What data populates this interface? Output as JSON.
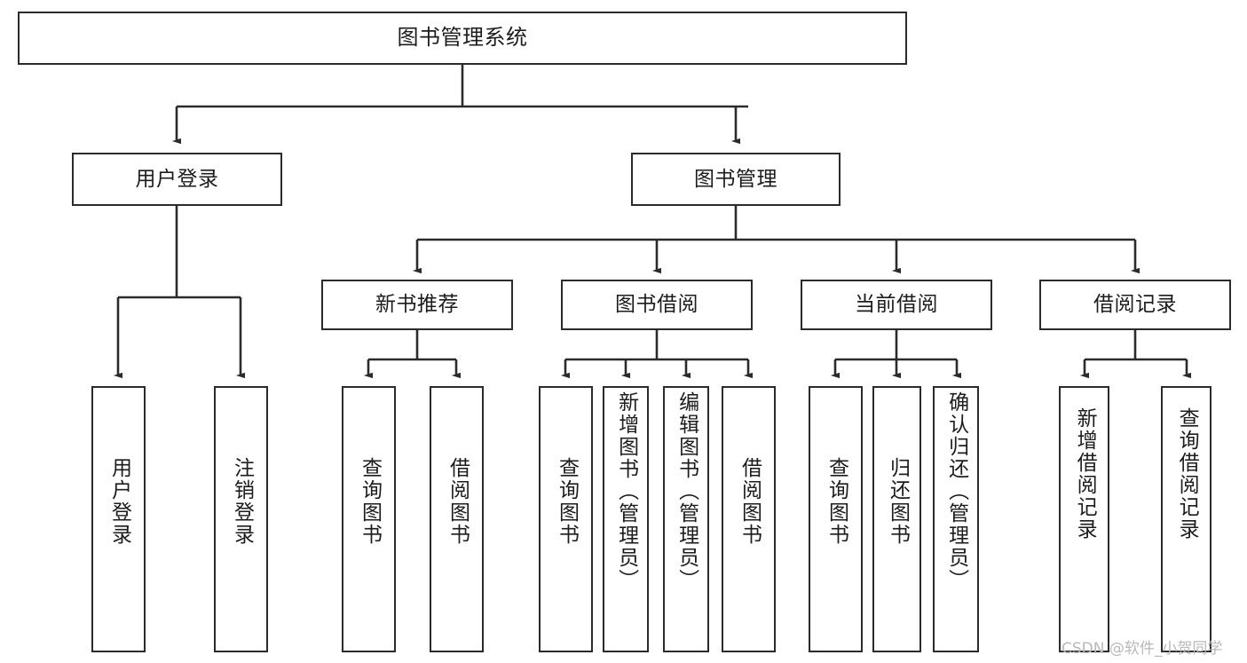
{
  "diagram": {
    "type": "tree-hierarchy",
    "title": "图书管理系统",
    "colors": {
      "box_border": "#2b2b2b",
      "box_fill": "#ffffff",
      "connector": "#2b2b2b",
      "text": "#1c1c1c",
      "watermark": "#b9b9b9",
      "background": "#ffffff"
    },
    "root": {
      "label": "图书管理系统"
    },
    "level1": [
      {
        "label": "用户登录"
      },
      {
        "label": "图书管理"
      }
    ],
    "level2": [
      {
        "label": "新书推荐"
      },
      {
        "label": "图书借阅"
      },
      {
        "label": "当前借阅"
      },
      {
        "label": "借阅记录"
      }
    ],
    "leaves": {
      "user_login": [
        {
          "label": "用户登录"
        },
        {
          "label": "注销登录"
        }
      ],
      "new_book_recommend": [
        {
          "label": "查询图书"
        },
        {
          "label": "借阅图书"
        }
      ],
      "book_borrow": [
        {
          "label": "查询图书"
        },
        {
          "label": "新增图书（管理员）"
        },
        {
          "label": "编辑图书（管理员）"
        },
        {
          "label": "借阅图书"
        }
      ],
      "current_borrow": [
        {
          "label": "查询图书"
        },
        {
          "label": "归还图书"
        },
        {
          "label": "确认归还（管理员）"
        }
      ],
      "borrow_record": [
        {
          "label": "新增借阅记录"
        },
        {
          "label": "查询借阅记录"
        }
      ]
    },
    "watermark": "CSDN @软件_小贺同学"
  }
}
